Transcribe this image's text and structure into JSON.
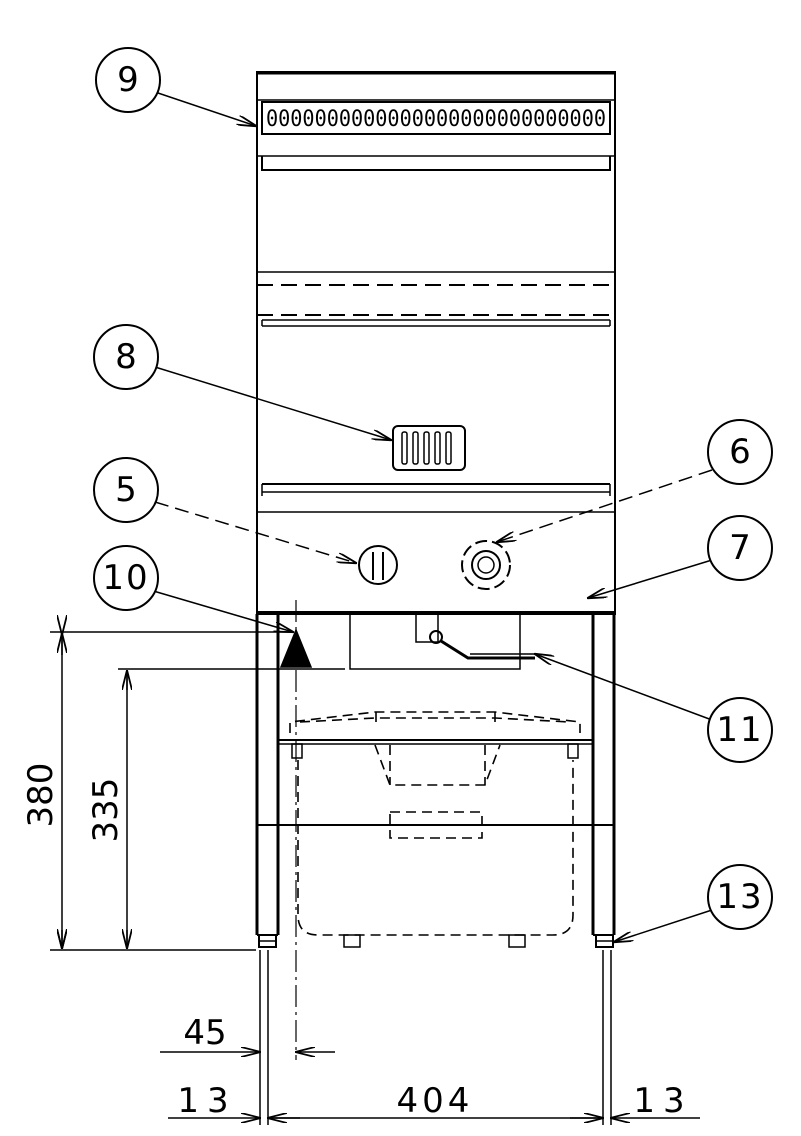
{
  "drawing": {
    "callouts": [
      {
        "label": "9"
      },
      {
        "label": "8"
      },
      {
        "label": "5"
      },
      {
        "label": "6"
      },
      {
        "label": "7"
      },
      {
        "label": "10"
      },
      {
        "label": "11"
      },
      {
        "label": "13"
      }
    ],
    "grille_text": "0000000000000000000000000000",
    "dimensions": {
      "height_total": "380",
      "height_inner": "335",
      "leg_offset": "45",
      "foot_left": "13",
      "leg_span": "404",
      "foot_right": "13"
    }
  }
}
